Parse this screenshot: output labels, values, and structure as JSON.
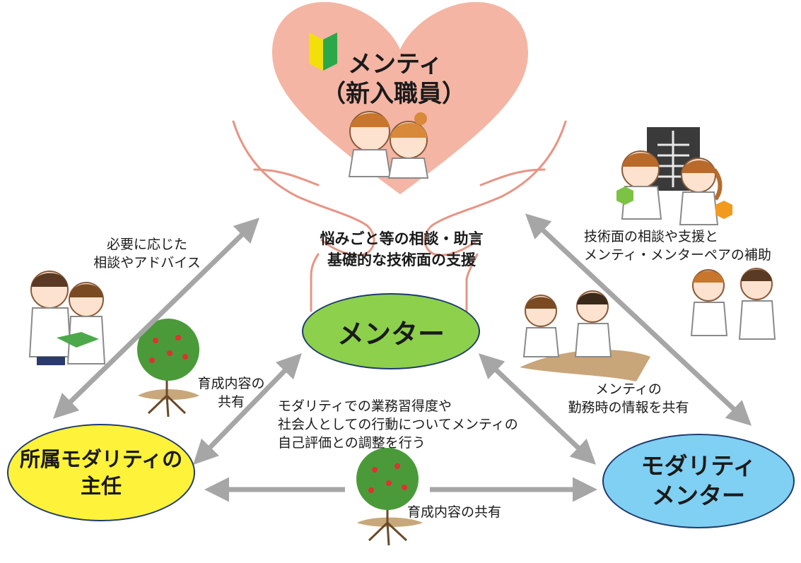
{
  "mentee": {
    "line1": "メンティ",
    "line2": "（新入職員）"
  },
  "center_caption": {
    "line1": "悩みごと等の相談・助言",
    "line2": "基礎的な技術面の支援"
  },
  "left_caption": {
    "line1": "必要に応じた",
    "line2": "相談やアドバイス"
  },
  "right_caption": {
    "line1": "技術面の相談や支援と",
    "line2": "メンティ・メンターペアの補助"
  },
  "nodes": {
    "mentor": {
      "label": "メンター",
      "color": "#8dd04c"
    },
    "supervisor": {
      "line1": "所属モダリティの",
      "line2": "主任",
      "color": "#fff23a"
    },
    "modality_mentor": {
      "line1": "モダリティ",
      "line2": "メンター",
      "color": "#7fd0f2"
    }
  },
  "share_left": {
    "line1": "育成内容の",
    "line2": "共有"
  },
  "share_right": {
    "line1": "メンティの",
    "line2": "勤務時の情報を共有"
  },
  "share_bottom": {
    "label": "育成内容の共有"
  },
  "middle_text": {
    "line1": "モダリティでの業務習得度や",
    "line2": "社会人としての行動についてメンティの",
    "line3": "自己評価との調整を行う"
  },
  "icons": [
    "beginner-mark-icon",
    "heart-icon",
    "hands-icon",
    "apple-tree-icon",
    "xray-icon"
  ],
  "colors": {
    "heart": "#f4b5a4",
    "hands_stroke": "#e89484",
    "arrow": "#a6a6a6"
  }
}
